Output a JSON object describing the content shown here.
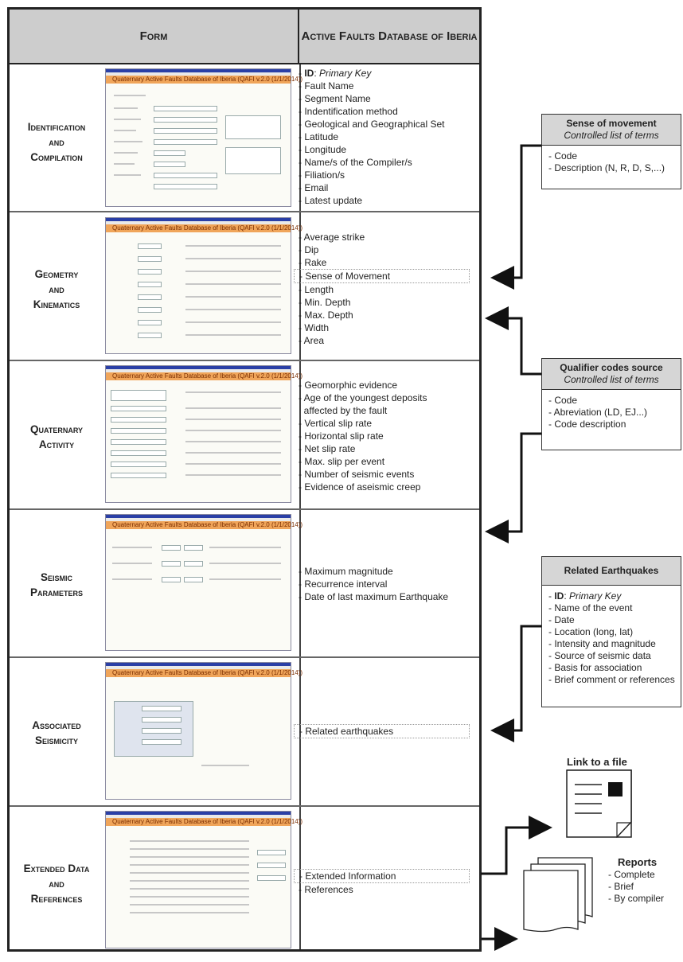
{
  "header": {
    "form_title": "Form",
    "db_title": "Active Faults Database of Iberia"
  },
  "screenshot_title": "Quaternary Active Faults Database of Iberia (QAFI v.2.0 (1/1/2014))",
  "rows": [
    {
      "label_lines": [
        "Identification",
        "and",
        "Compilation"
      ],
      "fields": [
        "ID: Primary Key",
        "Fault Name",
        "Segment Name",
        "Indentification method",
        "Geological and Geographical Set",
        "Latitude",
        "Longitude",
        "Name/s of the Compiler/s",
        "Filiation/s",
        "Email",
        "Latest update"
      ]
    },
    {
      "label_lines": [
        "Geometry",
        "and",
        "Kinematics"
      ],
      "fields": [
        "Average strike",
        "Dip",
        "Rake",
        "Sense of Movement",
        "Length",
        "Min. Depth",
        "Max. Depth",
        "Width",
        "Area"
      ]
    },
    {
      "label_lines": [
        "Quaternary",
        "Activity"
      ],
      "fields": [
        "Geomorphic evidence",
        "Age of the youngest deposits",
        "affected by the fault",
        "Vertical slip rate",
        "Horizontal slip rate",
        "Net slip rate",
        "Max. slip per event",
        "Number of seismic events",
        "Evidence of aseismic creep"
      ]
    },
    {
      "label_lines": [
        "Seismic",
        "Parameters"
      ],
      "fields": [
        "Maximum magnitude",
        "Recurrence interval",
        "Date of last maximum Earthquake"
      ]
    },
    {
      "label_lines": [
        "Associated",
        "Seismicity"
      ],
      "fields": [
        "Related earthquakes"
      ]
    },
    {
      "label_lines": [
        "Extended Data",
        "and",
        "References"
      ],
      "fields": [
        "Extended Information",
        "References"
      ]
    }
  ],
  "side_boxes": {
    "sense": {
      "title": "Sense of movement",
      "subtitle": "Controlled list of terms",
      "items": [
        "Code",
        "Description (N, R, D, S,...)"
      ]
    },
    "qualifier": {
      "title": "Qualifier codes source",
      "subtitle": "Controlled list of terms",
      "items": [
        "Code",
        "Abreviation (LD, EJ...)",
        "Code description"
      ]
    },
    "earthquakes": {
      "title": "Related Earthquakes",
      "id_label": "ID",
      "id_value": "Primary Key",
      "items": [
        "Name of the event",
        "Date",
        "Location (long, lat)",
        "Intensity and magnitude",
        "Source of seismic data",
        "Basis for association",
        "Brief comment or references"
      ]
    }
  },
  "link_file_label": "Link to a file",
  "reports": {
    "title": "Reports",
    "items": [
      "Complete",
      "Brief",
      "By compiler"
    ]
  },
  "connectors": {
    "sense_of_movement": "Sense of Movement",
    "related_earthquakes": "Related earthquakes",
    "extended_information": "Extended Information"
  }
}
